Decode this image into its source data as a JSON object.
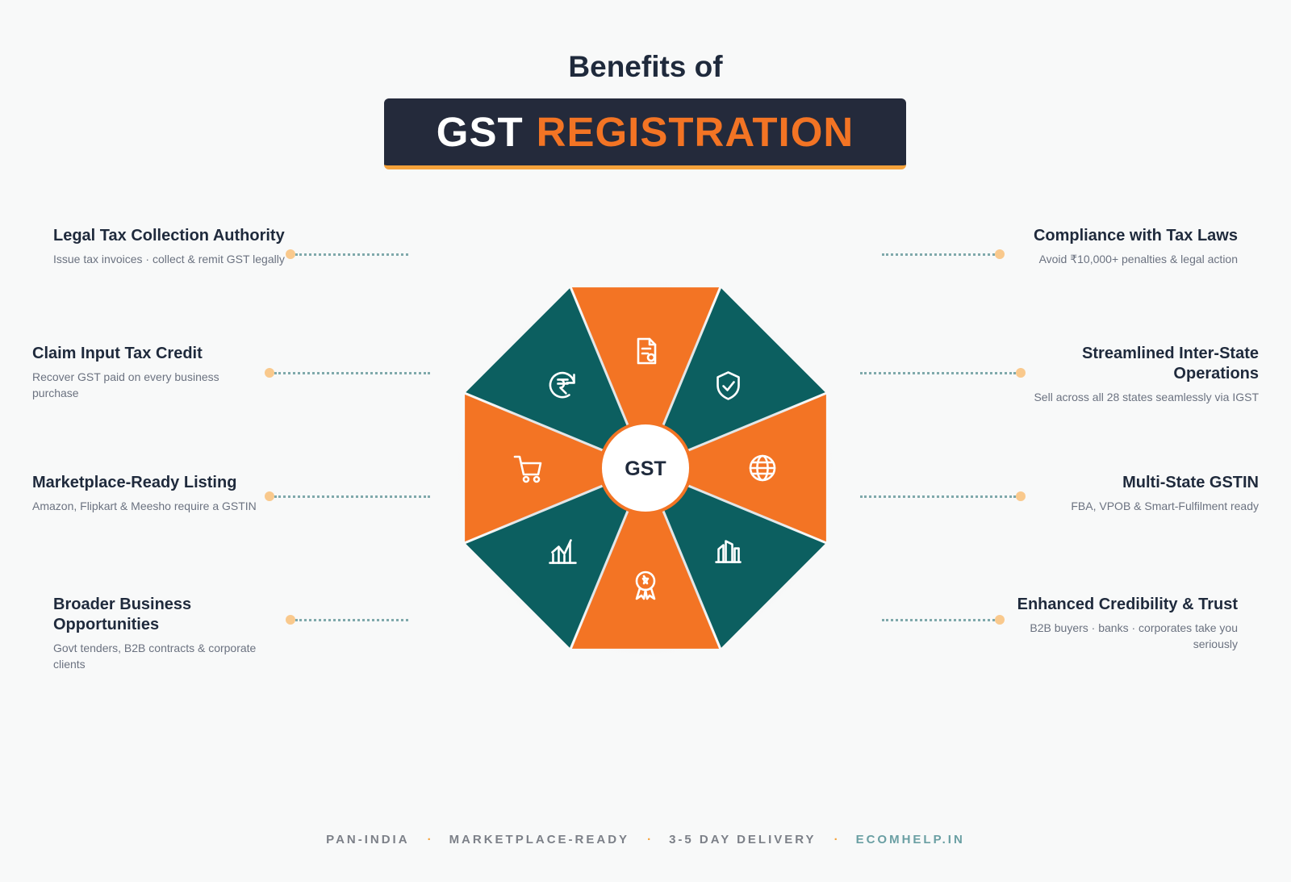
{
  "header": {
    "pre_title": "Benefits of",
    "title_white": "GST",
    "title_orange": "REGISTRATION"
  },
  "center_label": "GST",
  "colors": {
    "orange": "#f37424",
    "teal": "#0c5f60",
    "dark": "#242a3b",
    "accent_yellow": "#f6a23a",
    "dot": "#f9c98d"
  },
  "wheel_segments": [
    {
      "icon": "document-icon",
      "color": "orange"
    },
    {
      "icon": "shield-check-icon",
      "color": "teal"
    },
    {
      "icon": "globe-icon",
      "color": "orange"
    },
    {
      "icon": "buildings-icon",
      "color": "teal"
    },
    {
      "icon": "award-badge-icon",
      "color": "orange"
    },
    {
      "icon": "growth-chart-icon",
      "color": "teal"
    },
    {
      "icon": "cart-icon",
      "color": "orange"
    },
    {
      "icon": "rupee-refresh-icon",
      "color": "teal"
    }
  ],
  "benefits_left": [
    {
      "title": "Legal Tax Collection Authority",
      "desc": "Issue tax invoices · collect & remit GST legally"
    },
    {
      "title": "Claim Input Tax Credit",
      "desc": "Recover GST paid on every business purchase"
    },
    {
      "title": "Marketplace-Ready Listing",
      "desc": "Amazon, Flipkart & Meesho require a GSTIN"
    },
    {
      "title": "Broader Business Opportunities",
      "desc": "Govt tenders, B2B contracts & corporate clients"
    }
  ],
  "benefits_right": [
    {
      "title": "Compliance with Tax Laws",
      "desc": "Avoid ₹10,000+ penalties & legal action"
    },
    {
      "title": "Streamlined Inter-State Operations",
      "desc": "Sell across all 28 states seamlessly via IGST"
    },
    {
      "title": "Multi-State GSTIN",
      "desc": "FBA, VPOB & Smart-Fulfilment ready"
    },
    {
      "title": "Enhanced Credibility & Trust",
      "desc": "B2B buyers · banks · corporates take you seriously"
    }
  ],
  "footer": {
    "items": [
      "PAN-INDIA",
      "MARKETPLACE-READY",
      "3-5 DAY DELIVERY"
    ],
    "site": "ECOMHELP.IN"
  }
}
